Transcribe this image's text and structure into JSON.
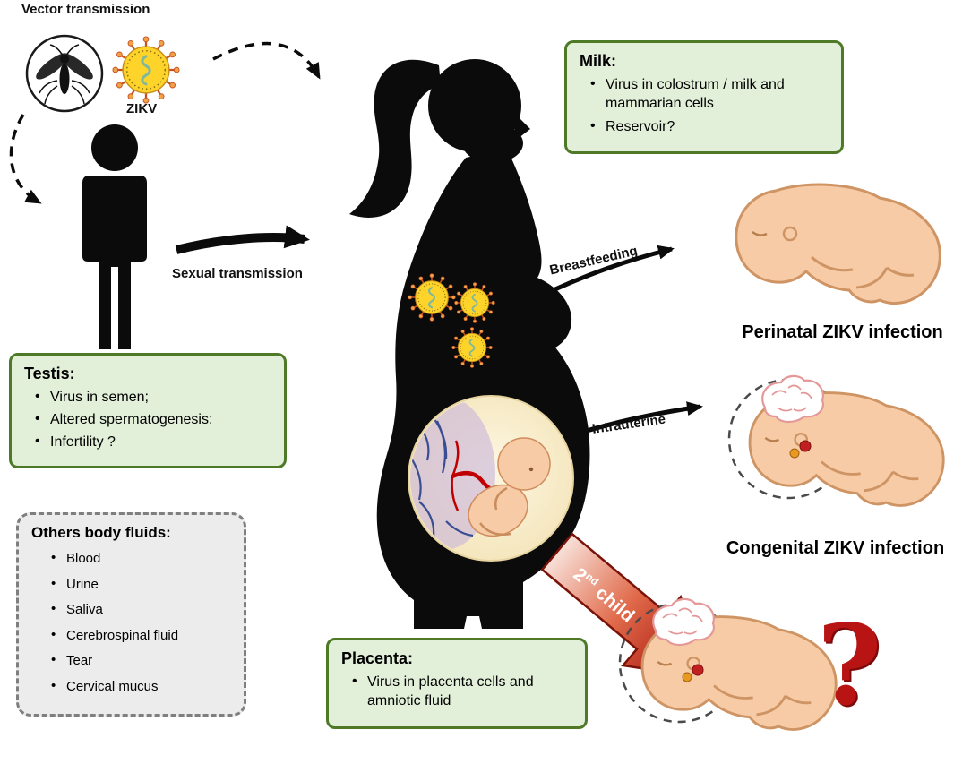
{
  "labels": {
    "vector_transmission": "Vector transmission",
    "zikv": "ZIKV",
    "sexual_transmission": "Sexual transmission",
    "breastfeeding": "Breastfeeding",
    "intrauterine": "Intrauterine",
    "perinatal_caption": "Perinatal ZIKV infection",
    "congenital_caption": "Congenital ZIKV infection",
    "second_child": {
      "num": "2",
      "sup": "nd",
      "rest": " child"
    },
    "question_mark": "?"
  },
  "boxes": {
    "milk": {
      "title": "Milk:",
      "items": [
        "Virus in colostrum / milk and mammarian cells",
        "Reservoir?"
      ]
    },
    "testis": {
      "title": "Testis:",
      "items": [
        "Virus in semen;",
        "Altered spermatogenesis;",
        "Infertility ?"
      ]
    },
    "other_fluids": {
      "title": "Others body fluids:",
      "items": [
        "Blood",
        "Urine",
        "Saliva",
        "Cerebrospinal fluid",
        "Tear",
        "Cervical mucus"
      ]
    },
    "placenta": {
      "title": "Placenta:",
      "items": [
        "Virus in placenta cells and amniotic fluid"
      ]
    }
  },
  "icons": [
    "mosquito-icon",
    "zikv-virion-icon",
    "man-silhouette-icon",
    "pregnant-woman-silhouette-icon",
    "fetus-in-womb-icon",
    "virus-particle-icon",
    "newborn-baby-icon",
    "microcephaly-baby-icon",
    "exposed-brain-icon",
    "question-mark-glyph"
  ],
  "colors": {
    "green_box_bg": "#e2efd9",
    "green_box_border": "#4e7a28",
    "gray_box_bg": "#ececec",
    "gray_box_border": "#7f7f7f",
    "virus_body_yellow": "#ffd42a",
    "virus_spike_orange": "#c8501e",
    "silhouette_black": "#0b0b0b",
    "skin_tone": "#f6cba6",
    "womb_cream": "#fcf1cf",
    "red_arrow_dark": "#9c0000",
    "question_red": "#b81414"
  }
}
